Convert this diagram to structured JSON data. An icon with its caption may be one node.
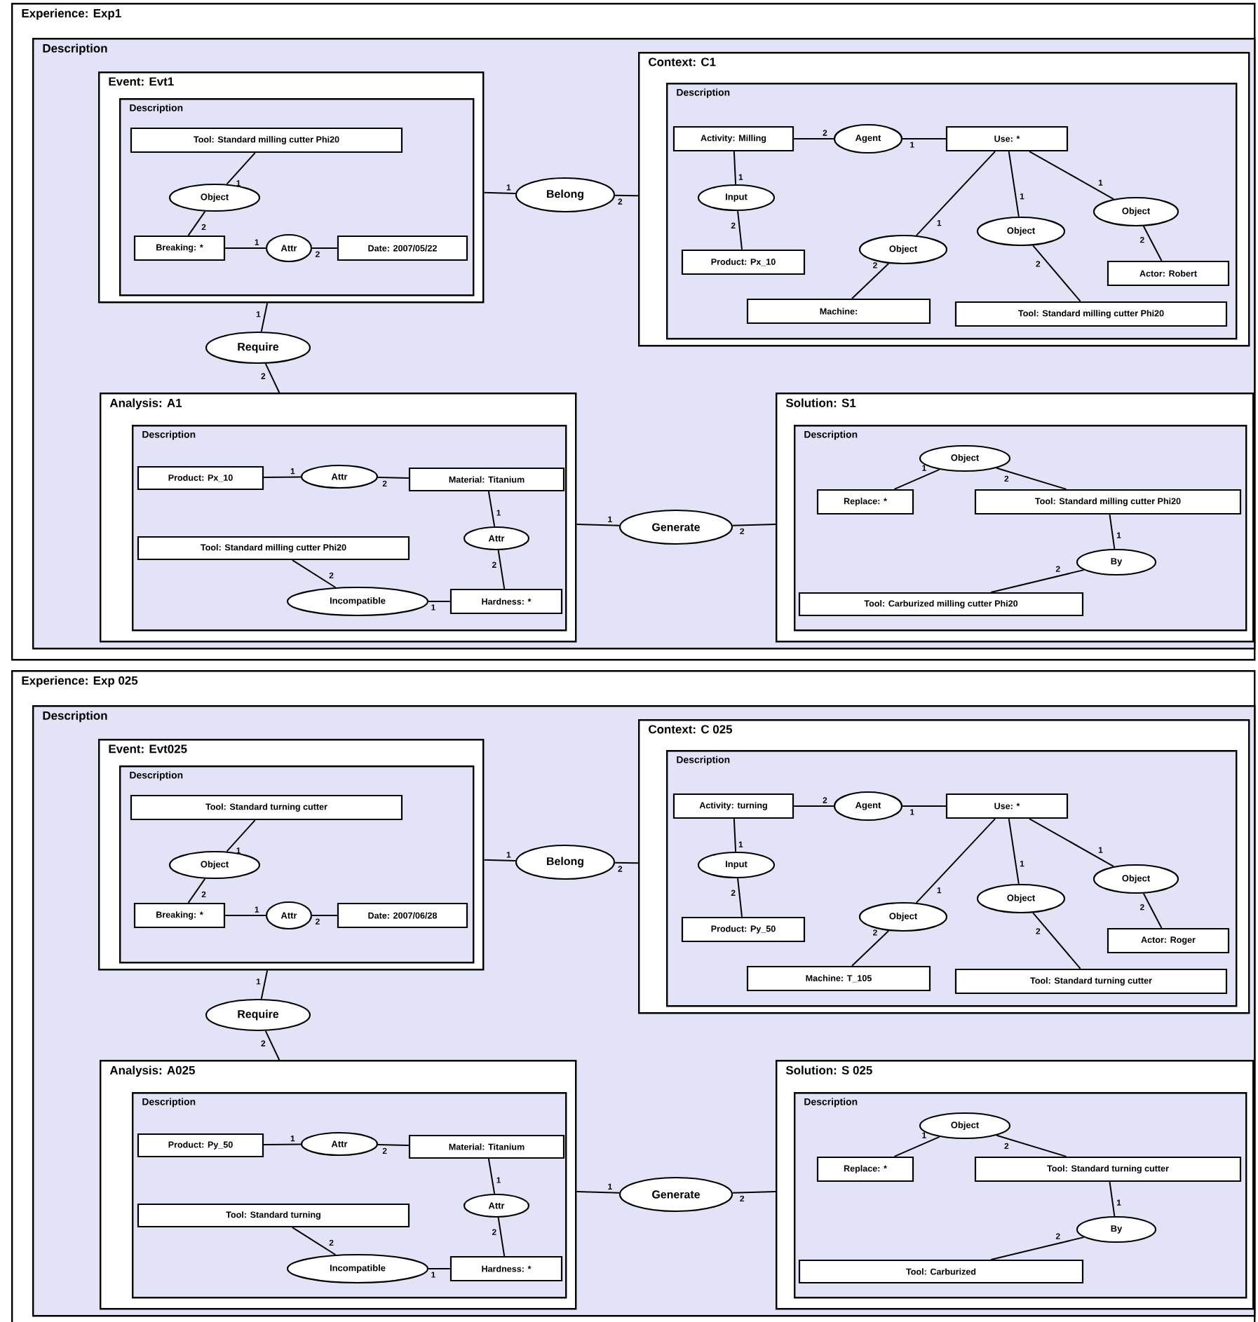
{
  "diagram": {
    "nodes": [
      {
        "text": [
          "Experience: Exp1"
        ]
      },
      {
        "text": [
          "Description"
        ],
        "in": 0
      },
      {
        "text": [
          "Event: Evt1"
        ],
        "in": 1
      },
      {
        "text": [
          "Description"
        ],
        "in": 2
      },
      {
        "text": [
          "Tool: Standard milling cutter Phi20"
        ],
        "in": 3
      },
      {
        "text": [
          "Object"
        ],
        "in": 3
      },
      {
        "text": [
          "Breaking: *"
        ],
        "in": 3
      },
      {
        "text": [
          "Attr"
        ],
        "in": 3
      },
      {
        "text": [
          "Date: 2007/05/22"
        ],
        "in": 3
      },
      {
        "text": [
          "Belong"
        ],
        "in": 1
      },
      {
        "text": [
          "Context: C1"
        ],
        "in": 1
      },
      {
        "text": [
          "Description"
        ],
        "in": 10
      },
      {
        "text": [
          "Activity: Milling"
        ],
        "in": 11
      },
      {
        "text": [
          "Agent"
        ],
        "in": 11
      },
      {
        "text": [
          "Use: *"
        ],
        "in": 11
      },
      {
        "text": [
          "Input"
        ],
        "in": 11
      },
      {
        "text": [
          "Product: Px_10"
        ],
        "in": 11
      },
      {
        "text": [
          "Object"
        ],
        "in": 11
      },
      {
        "text": [
          "Object"
        ],
        "in": 11
      },
      {
        "text": [
          "Object"
        ],
        "in": 11
      },
      {
        "text": [
          "Actor: Robert"
        ],
        "in": 11
      },
      {
        "text": [
          "Machine:"
        ],
        "in": 11
      },
      {
        "text": [
          "Tool: Standard milling cutter Phi20"
        ],
        "in": 11
      },
      {
        "text": [
          "Require"
        ],
        "in": 1
      },
      {
        "text": [
          "Analysis: A1"
        ],
        "in": 1
      },
      {
        "text": [
          "Description"
        ],
        "in": 24
      },
      {
        "text": [
          "Product: Px_10"
        ],
        "in": 25
      },
      {
        "text": [
          "Attr"
        ],
        "in": 25
      },
      {
        "text": [
          "Material: Titanium"
        ],
        "in": 25
      },
      {
        "text": [
          "Attr"
        ],
        "in": 25
      },
      {
        "text": [
          "Tool: Standard milling cutter Phi20"
        ],
        "in": 25
      },
      {
        "text": [
          "Incompatible"
        ],
        "in": 25
      },
      {
        "text": [
          "Hardness: *"
        ],
        "in": 25
      },
      {
        "text": [
          "Generate"
        ],
        "in": 1
      },
      {
        "text": [
          "Solution: S1"
        ],
        "in": 1
      },
      {
        "text": [
          "Description"
        ],
        "in": 34
      },
      {
        "text": [
          "Object"
        ],
        "in": 35
      },
      {
        "text": [
          "Replace: *"
        ],
        "in": 35
      },
      {
        "text": [
          "Tool: Standard milling cutter Phi20"
        ],
        "in": 35
      },
      {
        "text": [
          "By"
        ],
        "in": 35
      },
      {
        "text": [
          "Tool: Carburized milling cutter Phi20"
        ],
        "in": 35
      },
      {
        "text": [
          "Experience: Exp 025"
        ]
      },
      {
        "text": [
          "Description"
        ],
        "in": 41
      },
      {
        "text": [
          "Event: Evt025"
        ],
        "in": 42
      },
      {
        "text": [
          "Description"
        ],
        "in": 43
      },
      {
        "text": [
          "Tool: Standard turning cutter"
        ],
        "in": 44
      },
      {
        "text": [
          "Object"
        ],
        "in": 44
      },
      {
        "text": [
          "Breaking: *"
        ],
        "in": 44
      },
      {
        "text": [
          "Attr"
        ],
        "in": 44
      },
      {
        "text": [
          "Date: 2007/06/28"
        ],
        "in": 44
      },
      {
        "text": [
          "Belong"
        ],
        "in": 42
      },
      {
        "text": [
          "Context: C 025"
        ],
        "in": 42
      },
      {
        "text": [
          "Description"
        ],
        "in": 51
      },
      {
        "text": [
          "Activity: turning"
        ],
        "in": 52
      },
      {
        "text": [
          "Agent"
        ],
        "in": 52
      },
      {
        "text": [
          "Use: *"
        ],
        "in": 52
      },
      {
        "text": [
          "Input"
        ],
        "in": 52
      },
      {
        "text": [
          "Product: Py_50"
        ],
        "in": 52
      },
      {
        "text": [
          "Object"
        ],
        "in": 52
      },
      {
        "text": [
          "Object"
        ],
        "in": 52
      },
      {
        "text": [
          "Object"
        ],
        "in": 52
      },
      {
        "text": [
          "Actor: Roger"
        ],
        "in": 52
      },
      {
        "text": [
          "Machine: T_105"
        ],
        "in": 52
      },
      {
        "text": [
          "Tool: Standard turning cutter"
        ],
        "in": 52
      },
      {
        "text": [
          "Require"
        ],
        "in": 42
      },
      {
        "text": [
          "Analysis: A025"
        ],
        "in": 42
      },
      {
        "text": [
          "Description"
        ],
        "in": 65
      },
      {
        "text": [
          "Product: Py_50"
        ],
        "in": 66
      },
      {
        "text": [
          "Attr"
        ],
        "in": 66
      },
      {
        "text": [
          "Material: Titanium"
        ],
        "in": 66
      },
      {
        "text": [
          "Attr"
        ],
        "in": 66
      },
      {
        "text": [
          "Tool: Standard turning"
        ],
        "in": 66
      },
      {
        "text": [
          "Incompatible"
        ],
        "in": 66
      },
      {
        "text": [
          "Hardness: *"
        ],
        "in": 66
      },
      {
        "text": [
          "Generate"
        ],
        "in": 42
      },
      {
        "text": [
          "Solution: S 025"
        ],
        "in": 42
      },
      {
        "text": [
          "Description"
        ],
        "in": 75
      },
      {
        "text": [
          "Object"
        ],
        "in": 76
      },
      {
        "text": [
          "Replace: *"
        ],
        "in": 76
      },
      {
        "text": [
          "Tool: Standard turning cutter"
        ],
        "in": 76
      },
      {
        "text": [
          "By"
        ],
        "in": 76
      },
      {
        "text": [
          "Tool: Carburized"
        ],
        "in": 76
      }
    ],
    "edges": [
      {
        "from": 4,
        "to": 5,
        "arrow": "none",
        "label": "1"
      },
      {
        "from": 6,
        "to": 5,
        "arrow": "none",
        "label": "2"
      },
      {
        "from": 6,
        "to": 7,
        "arrow": "none",
        "label": "1"
      },
      {
        "from": 8,
        "to": 7,
        "arrow": "none",
        "label": "2"
      },
      {
        "from": 2,
        "to": 9,
        "arrow": "none",
        "label": "1"
      },
      {
        "from": 10,
        "to": 9,
        "arrow": "none",
        "label": "2"
      },
      {
        "from": 12,
        "to": 13,
        "arrow": "none",
        "label": "2"
      },
      {
        "from": 14,
        "to": 13,
        "arrow": "none",
        "label": "1"
      },
      {
        "from": 12,
        "to": 15,
        "arrow": "none",
        "label": "1"
      },
      {
        "from": 16,
        "to": 15,
        "arrow": "none",
        "label": "2"
      },
      {
        "from": 14,
        "to": 17,
        "arrow": "none",
        "label": "1"
      },
      {
        "from": 21,
        "to": 17,
        "arrow": "none",
        "label": "2"
      },
      {
        "from": 14,
        "to": 18,
        "arrow": "none",
        "label": "1"
      },
      {
        "from": 22,
        "to": 18,
        "arrow": "none",
        "label": "2"
      },
      {
        "from": 14,
        "to": 19,
        "arrow": "none",
        "label": "1"
      },
      {
        "from": 20,
        "to": 19,
        "arrow": "none",
        "label": "2"
      },
      {
        "from": 2,
        "to": 23,
        "arrow": "none",
        "label": "1"
      },
      {
        "from": 24,
        "to": 23,
        "arrow": "none",
        "label": "2"
      },
      {
        "from": 26,
        "to": 27,
        "arrow": "none",
        "label": "1"
      },
      {
        "from": 28,
        "to": 27,
        "arrow": "none",
        "label": "2"
      },
      {
        "from": 28,
        "to": 29,
        "arrow": "none",
        "label": "1"
      },
      {
        "from": 32,
        "to": 29,
        "arrow": "none",
        "label": "2"
      },
      {
        "from": 32,
        "to": 31,
        "arrow": "none",
        "label": "1"
      },
      {
        "from": 30,
        "to": 31,
        "arrow": "none",
        "label": "2"
      },
      {
        "from": 24,
        "to": 33,
        "arrow": "none",
        "label": "1"
      },
      {
        "from": 34,
        "to": 33,
        "arrow": "none",
        "label": "2"
      },
      {
        "from": 37,
        "to": 36,
        "arrow": "none",
        "label": "1"
      },
      {
        "from": 38,
        "to": 36,
        "arrow": "none",
        "label": "2"
      },
      {
        "from": 38,
        "to": 39,
        "arrow": "none",
        "label": "1"
      },
      {
        "from": 40,
        "to": 39,
        "arrow": "none",
        "label": "2"
      },
      {
        "from": 45,
        "to": 46,
        "arrow": "none",
        "label": "1"
      },
      {
        "from": 47,
        "to": 46,
        "arrow": "none",
        "label": "2"
      },
      {
        "from": 47,
        "to": 48,
        "arrow": "none",
        "label": "1"
      },
      {
        "from": 49,
        "to": 48,
        "arrow": "none",
        "label": "2"
      },
      {
        "from": 43,
        "to": 50,
        "arrow": "none",
        "label": "1"
      },
      {
        "from": 51,
        "to": 50,
        "arrow": "none",
        "label": "2"
      },
      {
        "from": 53,
        "to": 54,
        "arrow": "none",
        "label": "2"
      },
      {
        "from": 55,
        "to": 54,
        "arrow": "none",
        "label": "1"
      },
      {
        "from": 53,
        "to": 56,
        "arrow": "none",
        "label": "1"
      },
      {
        "from": 57,
        "to": 56,
        "arrow": "none",
        "label": "2"
      },
      {
        "from": 55,
        "to": 58,
        "arrow": "none",
        "label": "1"
      },
      {
        "from": 62,
        "to": 58,
        "arrow": "none",
        "label": "2"
      },
      {
        "from": 55,
        "to": 59,
        "arrow": "none",
        "label": "1"
      },
      {
        "from": 63,
        "to": 59,
        "arrow": "none",
        "label": "2"
      },
      {
        "from": 55,
        "to": 60,
        "arrow": "none",
        "label": "1"
      },
      {
        "from": 61,
        "to": 60,
        "arrow": "none",
        "label": "2"
      },
      {
        "from": 43,
        "to": 64,
        "arrow": "none",
        "label": "1"
      },
      {
        "from": 65,
        "to": 64,
        "arrow": "none",
        "label": "2"
      },
      {
        "from": 67,
        "to": 68,
        "arrow": "none",
        "label": "1"
      },
      {
        "from": 69,
        "to": 68,
        "arrow": "none",
        "label": "2"
      },
      {
        "from": 69,
        "to": 70,
        "arrow": "none",
        "label": "1"
      },
      {
        "from": 73,
        "to": 70,
        "arrow": "none",
        "label": "2"
      },
      {
        "from": 73,
        "to": 72,
        "arrow": "none",
        "label": "1"
      },
      {
        "from": 71,
        "to": 72,
        "arrow": "none",
        "label": "2"
      },
      {
        "from": 65,
        "to": 74,
        "arrow": "none",
        "label": "1"
      },
      {
        "from": 75,
        "to": 74,
        "arrow": "none",
        "label": "2"
      },
      {
        "from": 78,
        "to": 77,
        "arrow": "none",
        "label": "1"
      },
      {
        "from": 79,
        "to": 77,
        "arrow": "none",
        "label": "2"
      },
      {
        "from": 79,
        "to": 80,
        "arrow": "none",
        "label": "1"
      },
      {
        "from": 81,
        "to": 80,
        "arrow": "none",
        "label": "2"
      }
    ]
  }
}
